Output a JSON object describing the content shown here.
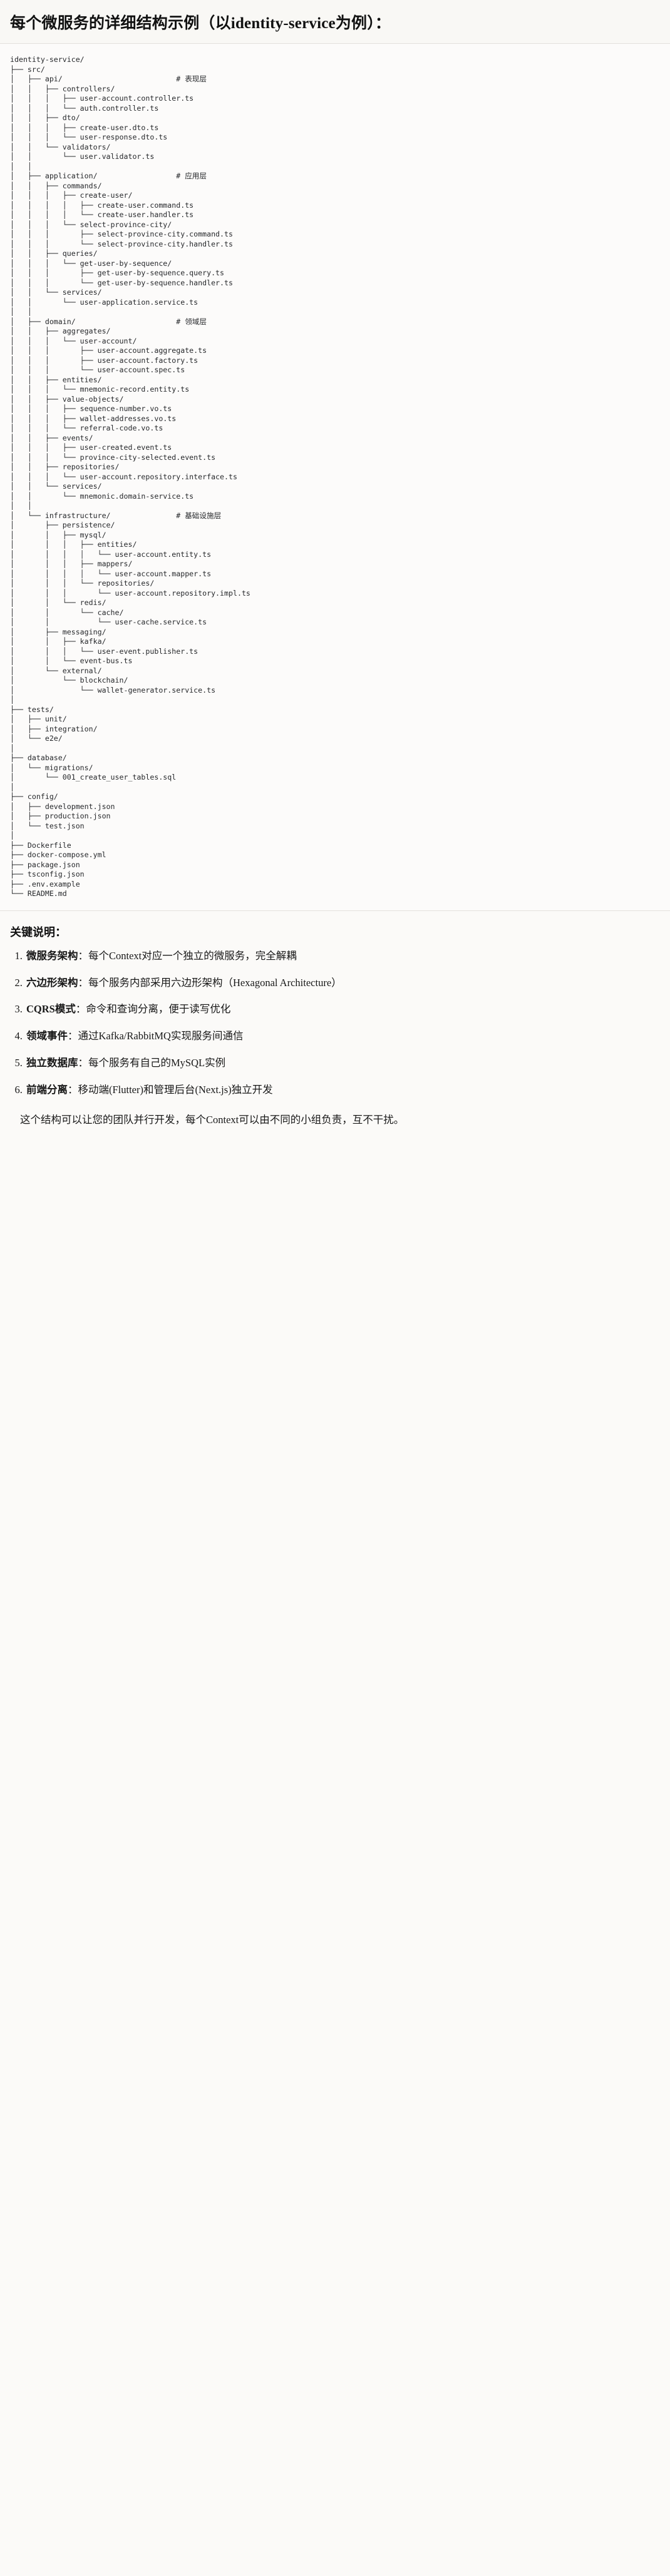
{
  "header": {
    "title": "每个微服务的详细结构示例（以identity-service为例）："
  },
  "tree": {
    "root": "identity-service/",
    "text": "identity-service/\n├── src/\n│   ├── api/                          # 表现层\n│   │   ├── controllers/\n│   │   │   ├── user-account.controller.ts\n│   │   │   └── auth.controller.ts\n│   │   ├── dto/\n│   │   │   ├── create-user.dto.ts\n│   │   │   └── user-response.dto.ts\n│   │   └── validators/\n│   │       └── user.validator.ts\n│   │\n│   ├── application/                  # 应用层\n│   │   ├── commands/\n│   │   │   ├── create-user/\n│   │   │   │   ├── create-user.command.ts\n│   │   │   │   └── create-user.handler.ts\n│   │   │   └── select-province-city/\n│   │   │       ├── select-province-city.command.ts\n│   │   │       └── select-province-city.handler.ts\n│   │   ├── queries/\n│   │   │   └── get-user-by-sequence/\n│   │   │       ├── get-user-by-sequence.query.ts\n│   │   │       └── get-user-by-sequence.handler.ts\n│   │   └── services/\n│   │       └── user-application.service.ts\n│   │\n│   ├── domain/                       # 领域层\n│   │   ├── aggregates/\n│   │   │   └── user-account/\n│   │   │       ├── user-account.aggregate.ts\n│   │   │       ├── user-account.factory.ts\n│   │   │       └── user-account.spec.ts\n│   │   ├── entities/\n│   │   │   └── mnemonic-record.entity.ts\n│   │   ├── value-objects/\n│   │   │   ├── sequence-number.vo.ts\n│   │   │   ├── wallet-addresses.vo.ts\n│   │   │   └── referral-code.vo.ts\n│   │   ├── events/\n│   │   │   ├── user-created.event.ts\n│   │   │   └── province-city-selected.event.ts\n│   │   ├── repositories/\n│   │   │   └── user-account.repository.interface.ts\n│   │   └── services/\n│   │       └── mnemonic.domain-service.ts\n│   │\n│   └── infrastructure/               # 基础设施层\n│       ├── persistence/\n│       │   ├── mysql/\n│       │   │   ├── entities/\n│       │   │   │   └── user-account.entity.ts\n│       │   │   ├── mappers/\n│       │   │   │   └── user-account.mapper.ts\n│       │   │   └── repositories/\n│       │   │       └── user-account.repository.impl.ts\n│       │   └── redis/\n│       │       └── cache/\n│       │           └── user-cache.service.ts\n│       ├── messaging/\n│       │   ├── kafka/\n│       │   │   └── user-event.publisher.ts\n│       │   └── event-bus.ts\n│       └── external/\n│           └── blockchain/\n│               └── wallet-generator.service.ts\n│\n├── tests/\n│   ├── unit/\n│   ├── integration/\n│   └── e2e/\n│\n├── database/\n│   └── migrations/\n│       └── 001_create_user_tables.sql\n│\n├── config/\n│   ├── development.json\n│   ├── production.json\n│   └── test.json\n│\n├── Dockerfile\n├── docker-compose.yml\n├── package.json\n├── tsconfig.json\n├── .env.example\n└── README.md",
    "layer_comments": [
      "# 表现层",
      "# 应用层",
      "# 领域层",
      "# 基础设施层"
    ]
  },
  "keypoints": {
    "title": "关键说明：",
    "items": [
      {
        "term": "微服务架构",
        "desc": "：每个Context对应一个独立的微服务，完全解耦"
      },
      {
        "term": "六边形架构",
        "desc": "：每个服务内部采用六边形架构（Hexagonal Architecture）"
      },
      {
        "term": "CQRS模式",
        "desc": "：命令和查询分离，便于读写优化"
      },
      {
        "term": "领域事件",
        "desc": "：通过Kafka/RabbitMQ实现服务间通信"
      },
      {
        "term": "独立数据库",
        "desc": "：每个服务有自己的MySQL实例"
      },
      {
        "term": "前端分离",
        "desc": "：移动端(Flutter)和管理后台(Next.js)独立开发"
      }
    ],
    "footer": "这个结构可以让您的团队并行开发，每个Context可以由不同的小组负责，互不干扰。"
  }
}
